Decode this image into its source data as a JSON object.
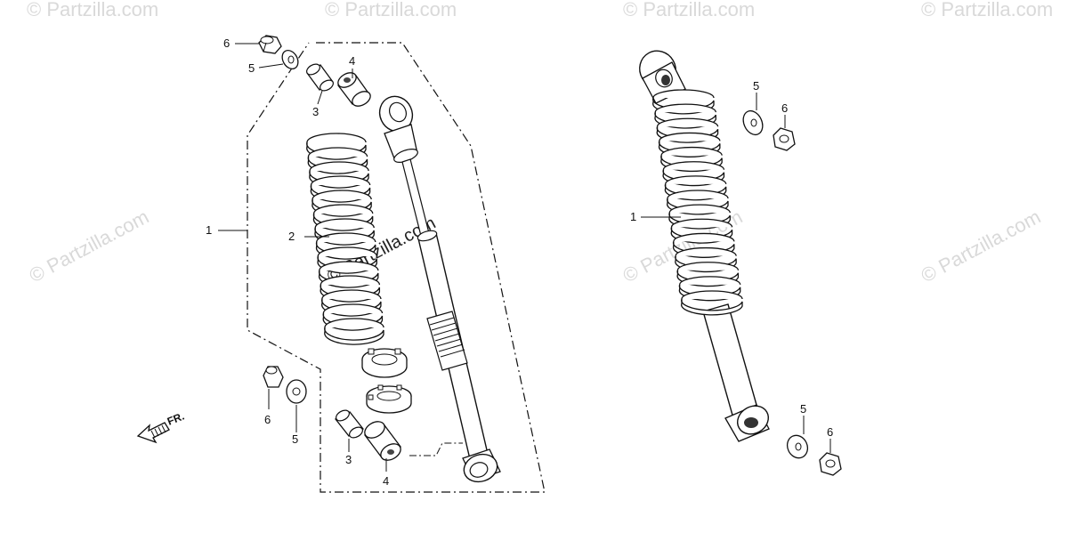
{
  "watermark": "© Partzilla.com",
  "front_indicator": "FR.",
  "part_labels": {
    "left_assembly": "1",
    "spring": "2",
    "collar_upper": "3",
    "bushing_upper": "4",
    "washer_upper": "5",
    "nut_upper": "6",
    "washer_lower": "5",
    "nut_lower": "6",
    "collar_lower": "3",
    "bushing_lower": "4",
    "right_assembly": "1",
    "right_washer_upper": "5",
    "right_nut_upper": "6",
    "right_washer_lower": "5",
    "right_nut_lower": "6"
  }
}
